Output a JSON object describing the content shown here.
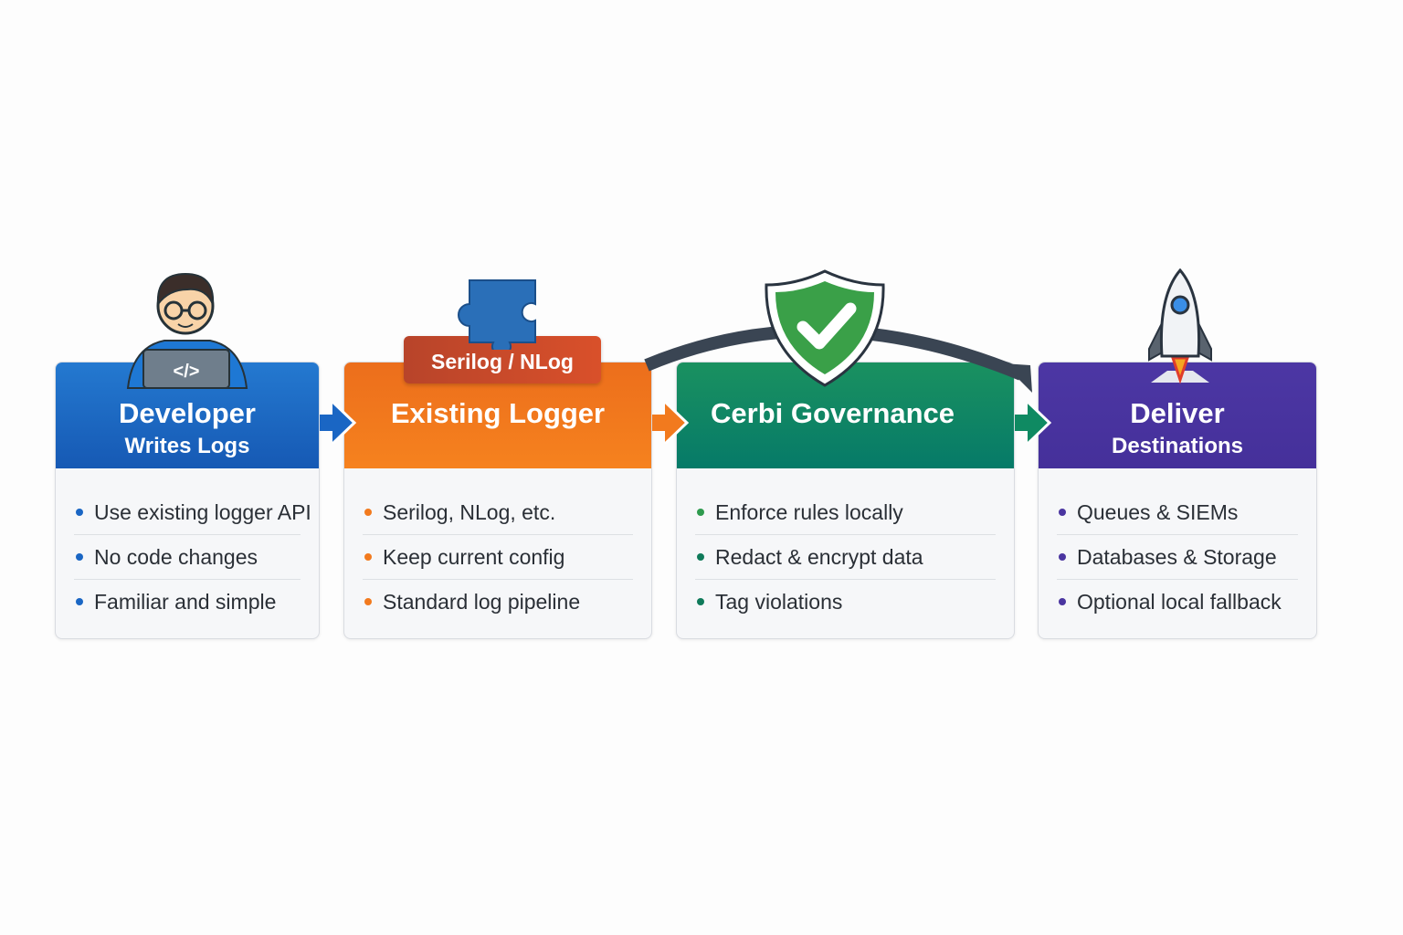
{
  "colors": {
    "blue": "#1a66c4",
    "orange": "#f27a1e",
    "green": "#0f8a62",
    "purple": "#4a35a0",
    "arc": "#3a4553"
  },
  "stages": [
    {
      "title": "Developer",
      "subtitle": "Writes Logs",
      "icon": "developer-laptop-icon",
      "items": [
        "Use existing logger API",
        "No code changes",
        "Familiar and simple"
      ]
    },
    {
      "title": "Existing Logger",
      "badge": "Serilog / NLog",
      "icon": "puzzle-piece-icon",
      "items": [
        "Serilog, NLog, etc.",
        "Keep current config",
        "Standard log pipeline"
      ]
    },
    {
      "title": "Cerbi Governance",
      "icon": "shield-check-icon",
      "items": [
        "Enforce rules locally",
        "Redact & encrypt data",
        "Tag violations"
      ]
    },
    {
      "title": "Deliver",
      "subtitle": "Destinations",
      "icon": "rocket-icon",
      "items": [
        "Queues & SIEMs",
        "Databases & Storage",
        "Optional local fallback"
      ]
    }
  ]
}
